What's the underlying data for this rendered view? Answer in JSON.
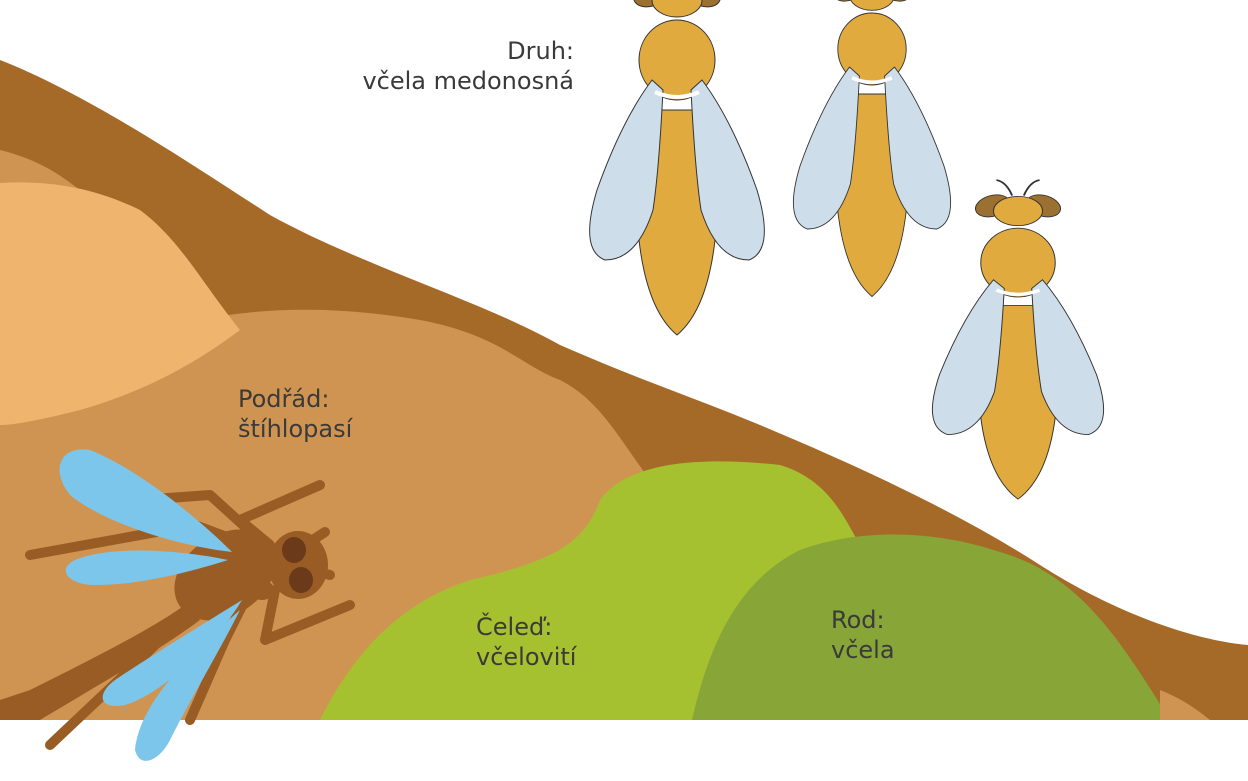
{
  "colors": {
    "background": "#ffffff",
    "hill_dark_brown": "#a66a28",
    "hill_tan": "#d09452",
    "hill_light_tan": "#efb46e",
    "hill_light_green": "#a6c130",
    "hill_dark_green": "#88a537",
    "wasp_body": "#9a5c25",
    "wasp_wing": "#7cc6ec",
    "bee_body": "#e0aa3e",
    "bee_head": "#9b7030",
    "bee_wing": "#cddeea",
    "text": "#3a3a3a"
  },
  "labels": {
    "druh": {
      "rank": "Druh:",
      "name": "včela medonosná"
    },
    "podrad": {
      "rank": "Podřád:",
      "name": "štíhlopasí"
    },
    "celed": {
      "rank": "Čeleď:",
      "name": "včelovití"
    },
    "rod": {
      "rank": "Rod:",
      "name": "včela"
    }
  },
  "illustration": {
    "wasp": "wasp-illustration",
    "bees": [
      "bee-icon",
      "bee-icon",
      "bee-icon"
    ]
  }
}
